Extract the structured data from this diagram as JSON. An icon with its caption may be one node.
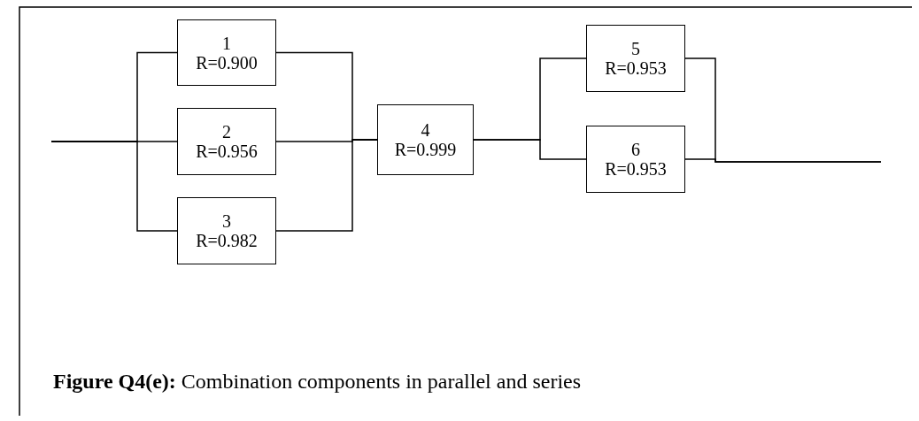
{
  "diagram": {
    "caption": "**Figure Q4(e):** Combination components in parallel and series",
    "nodes": [
      {
        "text": [
          "1",
          "R=0.900"
        ]
      },
      {
        "text": [
          "2",
          "R=0.956"
        ]
      },
      {
        "text": [
          "3",
          "R=0.982"
        ]
      },
      {
        "text": [
          "4",
          "R=0.999"
        ]
      },
      {
        "text": [
          "5",
          "R=0.953"
        ]
      },
      {
        "text": [
          "6",
          "R=0.953"
        ]
      }
    ],
    "edges": [
      {
        "from": null,
        "to": 0,
        "arrow": "none"
      },
      {
        "from": null,
        "to": 1,
        "arrow": "none"
      },
      {
        "from": null,
        "to": 2,
        "arrow": "none"
      },
      {
        "from": 0,
        "to": 3,
        "arrow": "none"
      },
      {
        "from": 1,
        "to": 3,
        "arrow": "none"
      },
      {
        "from": 2,
        "to": 3,
        "arrow": "none"
      },
      {
        "from": 3,
        "to": 4,
        "arrow": "none"
      },
      {
        "from": 3,
        "to": 5,
        "arrow": "none"
      },
      {
        "from": 4,
        "to": null,
        "arrow": "none"
      },
      {
        "from": 5,
        "to": null,
        "arrow": "none"
      }
    ]
  }
}
